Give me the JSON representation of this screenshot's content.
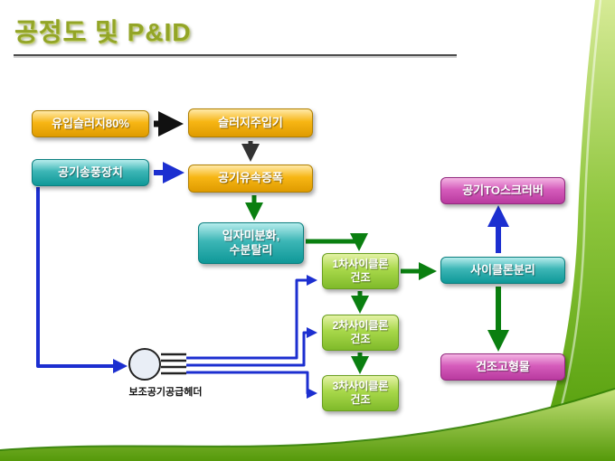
{
  "slide": {
    "title": "공정도 및 P&ID"
  },
  "diagram": {
    "boxes": {
      "inflow_sludge": {
        "label": "유입슬러지80%"
      },
      "sludge_feeder": {
        "label": "슬러지주입기"
      },
      "air_blower": {
        "label": "공기송풍장치"
      },
      "air_velocity_amp": {
        "label": "공기유속증폭"
      },
      "particle_micronization": {
        "label": "입자미분화,\n수분탈리"
      },
      "cyclone1": {
        "label": "1차사이클론\n건조"
      },
      "cyclone2": {
        "label": "2차사이클론\n건조"
      },
      "cyclone3": {
        "label": "3차사이클론\n건조"
      },
      "air_to_scrubber": {
        "label": "공기TO스크러버"
      },
      "cyclone_separation": {
        "label": "사이클론분리"
      },
      "dried_solids": {
        "label": "건조고형물"
      }
    },
    "labels": {
      "aux_air_header": "보조공기공급헤더"
    }
  },
  "colors": {
    "title_green": "#93a527",
    "box_orange": "#f7b614",
    "box_teal": "#1ea8a8",
    "box_green": "#8cc63f",
    "box_magenta": "#c94bb0",
    "arrow_blue": "#1c2fd0",
    "arrow_green": "#0a7f10",
    "arrow_black": "#111111",
    "swoosh_green": "#6ab023"
  }
}
